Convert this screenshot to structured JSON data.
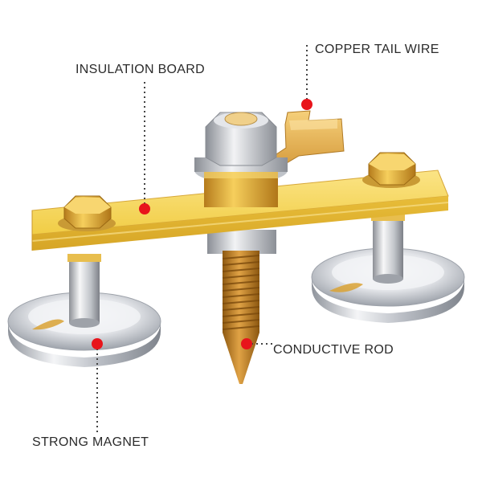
{
  "labels": {
    "insulation_board": "INSULATION BOARD",
    "copper_tail_wire": "COPPER TAIL WIRE",
    "conductive_rod": "CONDUCTIVE ROD",
    "strong_magnet": "STRONG MAGNET"
  },
  "colors": {
    "marker": "#e8141b",
    "leader_line": "#444444",
    "board_yellow": "#f4d24e",
    "chrome": "#d6d9de",
    "copper": "#c9892c",
    "brass_bolt": "#e8b43c"
  }
}
